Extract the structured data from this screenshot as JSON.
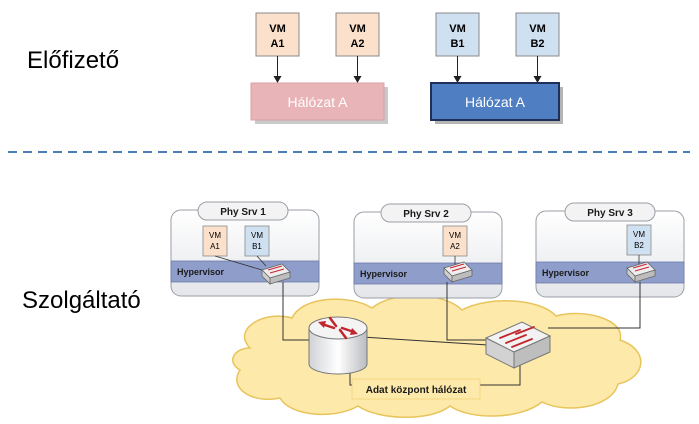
{
  "subscriber": {
    "heading": "Előfizető",
    "vms": [
      {
        "line1": "VM",
        "line2": "A1",
        "fill": "#fbe0cb"
      },
      {
        "line1": "VM",
        "line2": "A2",
        "fill": "#fbe0cb"
      },
      {
        "line1": "VM",
        "line2": "B1",
        "fill": "#cfe0f0"
      },
      {
        "line1": "VM",
        "line2": "B2",
        "fill": "#cfe0f0"
      }
    ],
    "networks": [
      {
        "label": "Hálózat A",
        "fill": "#e8b4b8",
        "text_color": "#ffffff"
      },
      {
        "label": "Hálózat A",
        "fill": "#4f7ec2",
        "text_color": "#ffffff"
      }
    ]
  },
  "provider": {
    "heading": "Szolgáltató",
    "servers": [
      {
        "title": "Phy Srv 1",
        "hypervisor": "Hypervisor",
        "vms": [
          {
            "line1": "VM",
            "line2": "A1",
            "fill": "#fbe0cb"
          },
          {
            "line1": "VM",
            "line2": "B1",
            "fill": "#cfe0f0"
          }
        ]
      },
      {
        "title": "Phy Srv 2",
        "hypervisor": "Hypervisor",
        "vms": [
          {
            "line1": "VM",
            "line2": "A2",
            "fill": "#fbe0cb"
          }
        ]
      },
      {
        "title": "Phy Srv 3",
        "hypervisor": "Hypervisor",
        "vms": [
          {
            "line1": "VM",
            "line2": "B2",
            "fill": "#cfe0f0"
          }
        ]
      }
    ],
    "cloud_label": "Adat központ hálózat",
    "cloud_color": "#fde9a9",
    "hypervisor_color": "#8e9dc9",
    "divider_color": "#4a7ebb"
  }
}
